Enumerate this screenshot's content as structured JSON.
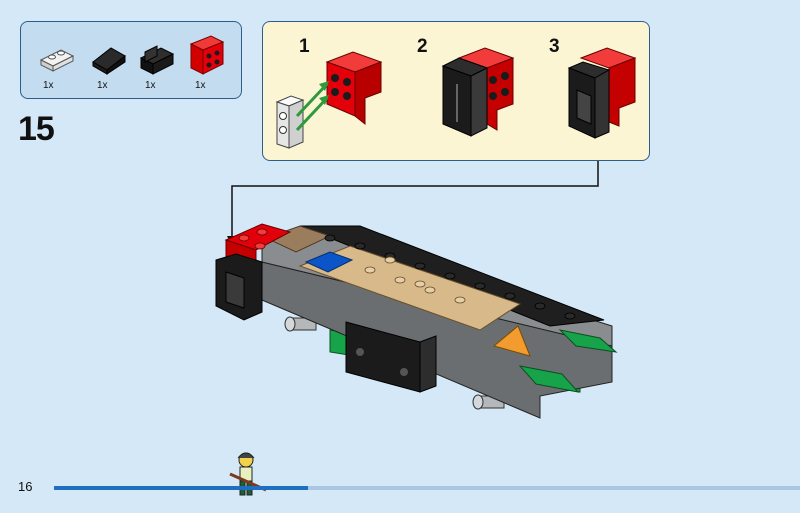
{
  "parts_list": {
    "items": [
      {
        "name": "light-gray-plate-1x2",
        "qty": "1x"
      },
      {
        "name": "black-slope-brick",
        "qty": "1x"
      },
      {
        "name": "black-bracket",
        "qty": "1x"
      },
      {
        "name": "red-bracket",
        "qty": "1x"
      }
    ]
  },
  "step": {
    "number": "15"
  },
  "substeps": [
    {
      "label": "1"
    },
    {
      "label": "2"
    },
    {
      "label": "3"
    }
  ],
  "page": {
    "number": "16",
    "progress": 0.34
  },
  "colors": {
    "red": "#e3000b",
    "black": "#1b1b1b",
    "dark_gray": "#6b6e70",
    "light_gray": "#c9cacb",
    "tan": "#d7b98a",
    "dark_tan": "#9a7d5c",
    "blue": "#0b55c8",
    "green": "#17a34a",
    "orange": "#f29b2e",
    "arrow_green": "#2e9a3c",
    "progress": "#1e6fc2"
  }
}
